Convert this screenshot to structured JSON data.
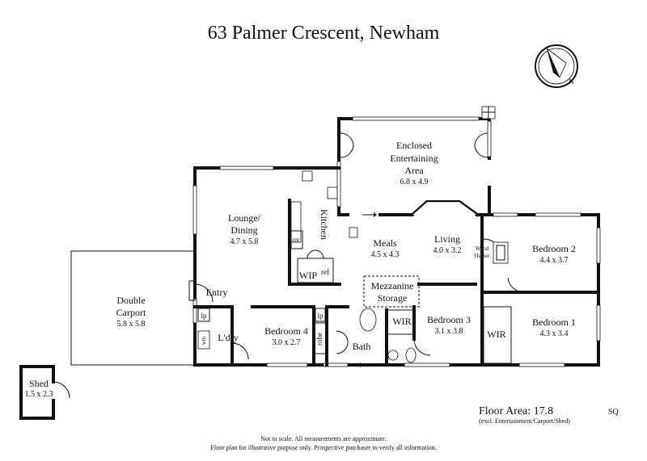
{
  "title": "63 Palmer Crescent, Newham",
  "rooms": {
    "enclosed": {
      "line1": "Enclosed",
      "line2": "Entertaining",
      "line3": "Area",
      "dims": "6.8 x 4.9"
    },
    "lounge": {
      "line1": "Lounge/",
      "line2": "Dining",
      "dims": "4.7 x 5.8"
    },
    "kitchen": {
      "name": "Kitchen"
    },
    "meals": {
      "name": "Meals",
      "dims": "4.5 x 4.3"
    },
    "living": {
      "name": "Living",
      "dims": "4.0 x 3.2"
    },
    "bedroom2": {
      "name": "Bedroom 2",
      "dims": "4.4 x 3.7"
    },
    "bedroom1": {
      "name": "Bedroom 1",
      "dims": "4.3 x 3.4"
    },
    "bedroom3": {
      "name": "Bedroom 3",
      "dims": "3.1 x 3.8"
    },
    "bedroom4": {
      "name": "Bedroom 4",
      "dims": "3.0 x 2.7"
    },
    "carport": {
      "line1": "Double",
      "line2": "Carport",
      "dims": "5.8 x 5.8"
    },
    "shed": {
      "name": "Shed",
      "dims": "1.5 x 2.3"
    },
    "entry": {
      "name": "Entry"
    },
    "laundry": {
      "name": "L'dry"
    },
    "bath": {
      "name": "Bath"
    },
    "mezzanine": {
      "line1": "Mezzanine",
      "line2": "Storage"
    }
  },
  "labels": {
    "wip": "WIP",
    "ref": "ref",
    "ov": "ov",
    "lp1": "lp",
    "lp2": "lp",
    "wm": "wm",
    "robe": "robe",
    "wir1": "WIR",
    "wir2": "WIR",
    "wood1": "Wood",
    "wood2": "Heater"
  },
  "floor_area": {
    "label": "Floor Area: 17.8",
    "unit": "SQ",
    "note": "(excl. Entertainment/Carport/Shed)"
  },
  "disclaimer": {
    "line1": "Not to scale. All measurements are approximate.",
    "line2": "Floor plan for illustrative purpose only. Prospective purchaser to verify all information."
  },
  "compass": {
    "letter": "N"
  }
}
